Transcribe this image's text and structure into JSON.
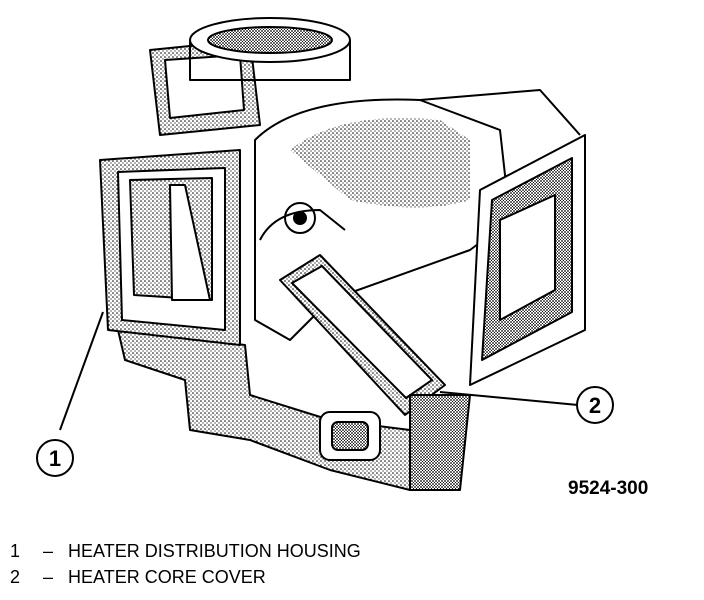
{
  "callouts": [
    {
      "number": "1"
    },
    {
      "number": "2"
    }
  ],
  "figure_code": "9524-300",
  "legend": [
    {
      "number": "1",
      "separator": "–",
      "label": "HEATER DISTRIBUTION HOUSING"
    },
    {
      "number": "2",
      "separator": "–",
      "label": "HEATER CORE COVER"
    }
  ]
}
